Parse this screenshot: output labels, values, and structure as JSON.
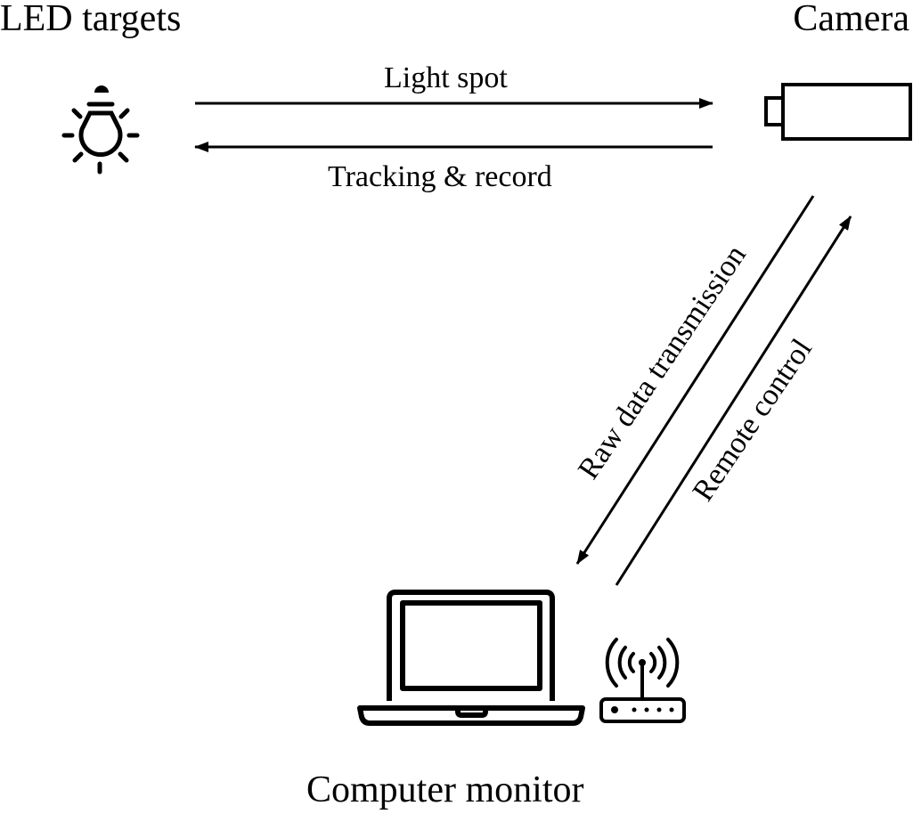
{
  "nodes": {
    "led": {
      "label": "LED targets",
      "icon": "light-bulb-icon"
    },
    "camera": {
      "label": "Camera",
      "icon": "camera-icon"
    },
    "computer": {
      "label": "Computer monitor",
      "icons": [
        "laptop-icon",
        "wifi-router-icon"
      ]
    }
  },
  "edges": [
    {
      "id": "light-spot",
      "from": "LED targets",
      "to": "Camera",
      "label": "Light spot"
    },
    {
      "id": "tracking-record",
      "from": "Camera",
      "to": "LED targets",
      "label": "Tracking & record"
    },
    {
      "id": "raw-data",
      "from": "Camera",
      "to": "Computer monitor",
      "label": "Raw data transmission"
    },
    {
      "id": "remote-control",
      "from": "Computer monitor",
      "to": "Camera",
      "label": "Remote control"
    }
  ],
  "colors": {
    "stroke": "#000000",
    "background": "#ffffff"
  }
}
